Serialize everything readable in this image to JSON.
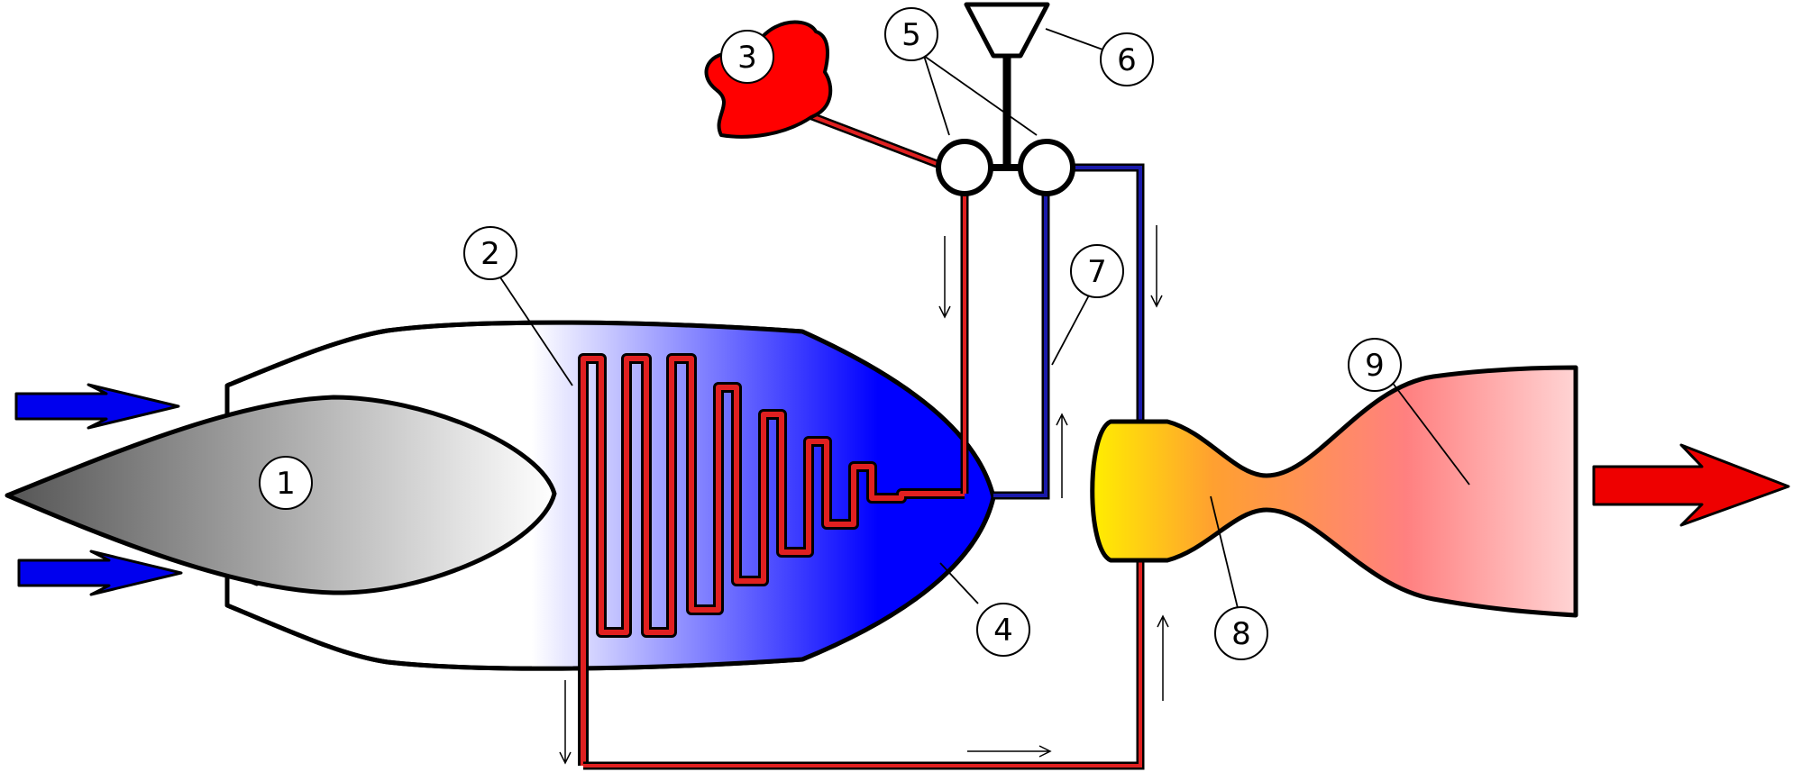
{
  "callouts": [
    {
      "id": "inlet-cone",
      "label": "1"
    },
    {
      "id": "precooler",
      "label": "2"
    },
    {
      "id": "hydrogen-tank",
      "label": "3"
    },
    {
      "id": "heat-exchanger",
      "label": "4"
    },
    {
      "id": "pumps",
      "label": "5"
    },
    {
      "id": "turbine",
      "label": "6"
    },
    {
      "id": "cold-line",
      "label": "7"
    },
    {
      "id": "combustion-chamber",
      "label": "8"
    },
    {
      "id": "nozzle",
      "label": "9"
    }
  ],
  "colors": {
    "hot_line": "#e02020",
    "cold_line": "#1a1aaa",
    "inflow_arrow": "#0000ee",
    "outflow_arrow": "#ee0000",
    "tank": "#ff0000",
    "chamber": "#ffee00"
  }
}
